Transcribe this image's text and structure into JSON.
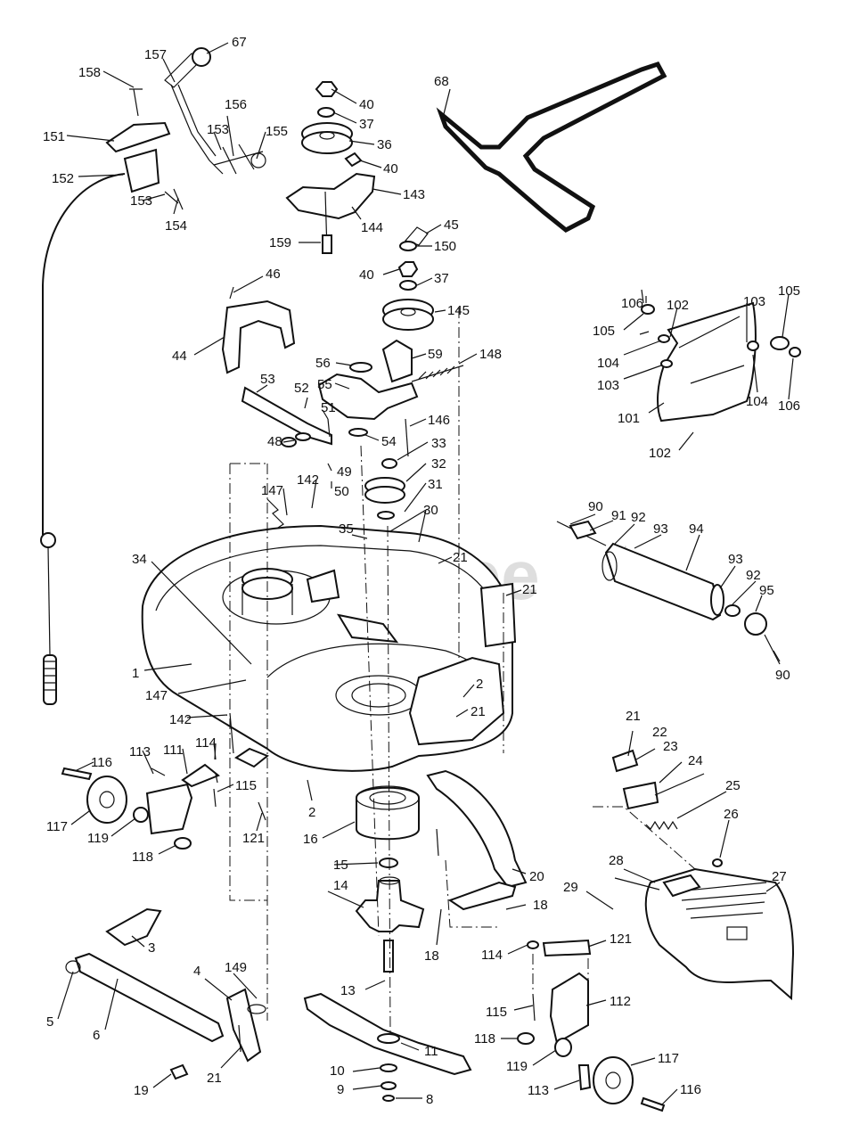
{
  "watermark": {
    "text": "PartsTree",
    "tm": "™"
  },
  "callouts": [
    {
      "n": "67"
    },
    {
      "n": "157"
    },
    {
      "n": "158"
    },
    {
      "n": "156"
    },
    {
      "n": "153"
    },
    {
      "n": "155"
    },
    {
      "n": "151"
    },
    {
      "n": "152"
    },
    {
      "n": "153"
    },
    {
      "n": "154"
    },
    {
      "n": "40"
    },
    {
      "n": "37"
    },
    {
      "n": "36"
    },
    {
      "n": "40"
    },
    {
      "n": "143"
    },
    {
      "n": "144"
    },
    {
      "n": "159"
    },
    {
      "n": "68"
    },
    {
      "n": "45"
    },
    {
      "n": "150"
    },
    {
      "n": "40"
    },
    {
      "n": "37"
    },
    {
      "n": "145"
    },
    {
      "n": "46"
    },
    {
      "n": "44"
    },
    {
      "n": "56"
    },
    {
      "n": "59"
    },
    {
      "n": "148"
    },
    {
      "n": "55"
    },
    {
      "n": "53"
    },
    {
      "n": "52"
    },
    {
      "n": "51"
    },
    {
      "n": "146"
    },
    {
      "n": "48"
    },
    {
      "n": "54"
    },
    {
      "n": "33"
    },
    {
      "n": "49"
    },
    {
      "n": "50"
    },
    {
      "n": "32"
    },
    {
      "n": "147"
    },
    {
      "n": "142"
    },
    {
      "n": "31"
    },
    {
      "n": "35"
    },
    {
      "n": "30"
    },
    {
      "n": "34"
    },
    {
      "n": "21"
    },
    {
      "n": "21"
    },
    {
      "n": "106"
    },
    {
      "n": "102"
    },
    {
      "n": "103"
    },
    {
      "n": "105"
    },
    {
      "n": "105"
    },
    {
      "n": "104"
    },
    {
      "n": "103"
    },
    {
      "n": "104"
    },
    {
      "n": "106"
    },
    {
      "n": "101"
    },
    {
      "n": "102"
    },
    {
      "n": "90"
    },
    {
      "n": "91"
    },
    {
      "n": "92"
    },
    {
      "n": "93"
    },
    {
      "n": "94"
    },
    {
      "n": "93"
    },
    {
      "n": "92"
    },
    {
      "n": "95"
    },
    {
      "n": "90"
    },
    {
      "n": "1"
    },
    {
      "n": "147"
    },
    {
      "n": "2"
    },
    {
      "n": "21"
    },
    {
      "n": "142"
    },
    {
      "n": "116"
    },
    {
      "n": "113"
    },
    {
      "n": "111"
    },
    {
      "n": "114"
    },
    {
      "n": "115"
    },
    {
      "n": "117"
    },
    {
      "n": "119"
    },
    {
      "n": "118"
    },
    {
      "n": "121"
    },
    {
      "n": "2"
    },
    {
      "n": "16"
    },
    {
      "n": "21"
    },
    {
      "n": "22"
    },
    {
      "n": "23"
    },
    {
      "n": "24"
    },
    {
      "n": "25"
    },
    {
      "n": "26"
    },
    {
      "n": "15"
    },
    {
      "n": "20"
    },
    {
      "n": "14"
    },
    {
      "n": "18"
    },
    {
      "n": "18"
    },
    {
      "n": "28"
    },
    {
      "n": "29"
    },
    {
      "n": "27"
    },
    {
      "n": "3"
    },
    {
      "n": "4"
    },
    {
      "n": "149"
    },
    {
      "n": "5"
    },
    {
      "n": "6"
    },
    {
      "n": "19"
    },
    {
      "n": "21"
    },
    {
      "n": "13"
    },
    {
      "n": "11"
    },
    {
      "n": "10"
    },
    {
      "n": "9"
    },
    {
      "n": "8"
    },
    {
      "n": "114"
    },
    {
      "n": "121"
    },
    {
      "n": "115"
    },
    {
      "n": "112"
    },
    {
      "n": "118"
    },
    {
      "n": "119"
    },
    {
      "n": "117"
    },
    {
      "n": "113"
    },
    {
      "n": "116"
    }
  ]
}
